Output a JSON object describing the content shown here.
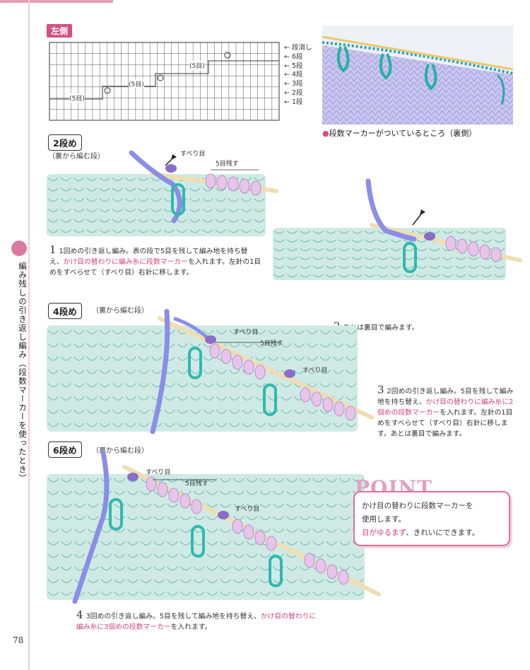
{
  "page_number": "78",
  "side_title": "編み残しの引き返し編み（段数マーカーを使ったとき）",
  "section_tag": "左側",
  "chart": {
    "label_5th_a": "(5目)",
    "label_5th_b": "(5目)",
    "label_5th_c": "(5目)",
    "row_labels": [
      "段消し",
      "6段",
      "5段",
      "4段",
      "3段",
      "2段",
      "1段"
    ]
  },
  "photo_caption": "段数マーカーがついているところ（裏側）",
  "steps": [
    {
      "row": "2段め",
      "sub": "（裏から編む段）",
      "label_slip": "すべり目",
      "label_remain": "5目残す",
      "num": "1",
      "text_a": "1回めの引き返し編み。表の段で5目を残して編み地を持ち替え、",
      "text_pink": "かけ目の替わりに編み糸に段数マーカー",
      "text_b": "を入れます。左針の1目めをすべらせて（すべり目）右針に移します。"
    },
    {
      "num": "2",
      "text": "あとは裏目で編みます。"
    },
    {
      "row": "4段め",
      "sub": "（裏から編む段）",
      "label_slip": "すべり目",
      "label_remain": "5目残す",
      "label_slip2": "すべり目",
      "num": "3",
      "text_a": "2回めの引き返し編み。5目を残して編み地を持ち替え、",
      "text_pink": "かけ目の替わりに編み糸に2個めの段数マーカー",
      "text_b": "を入れます。左針の1目めをすべらせて（すべり目）右針に移します。あとは裏目で編みます。"
    },
    {
      "row": "6段め",
      "sub": "（裏から編む段）",
      "label_slip": "すべり目",
      "label_remain": "5目残す",
      "label_slip2": "すべり目",
      "num": "4",
      "text_a": "3回めの引き返し編み。5目を残して編み地を持ち替え、",
      "text_pink": "かけ目の替わりに編み糸に3個めの段数マーカー",
      "text_b": "を入れます。"
    }
  ],
  "point": {
    "title": "POINT",
    "line1": "かけ目の替わりに段数マーカーを",
    "line2": "使用します。",
    "line3_pink": "目がゆるまず",
    "line3_rest": "、きれいにできます。"
  },
  "colors": {
    "accent": "#d44f85",
    "knit_green": "#cfeae4",
    "stitch_line": "#7fbfb2",
    "yarn_blue": "#8a8ee6",
    "marker_teal": "#2fb9b0",
    "needle": "#f0ddb0",
    "pink_stitch": "#e9c4ea",
    "purple_slip": "#8a6cc9"
  }
}
